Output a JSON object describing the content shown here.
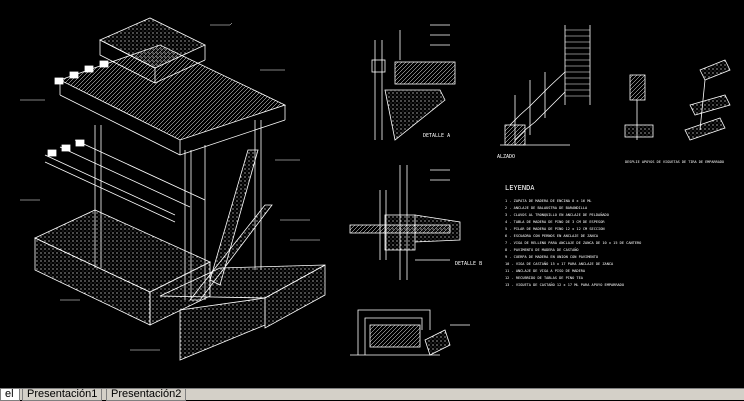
{
  "drawing": {
    "labels": {
      "detalle_a": "DETALLE A",
      "detalle_b": "DETALLE B",
      "alzado": "ALZADO",
      "apoyo_note": "DESPLIE APOYOS DE VIGUETAS DE TIRA DE EMPARRADO"
    },
    "legend": {
      "title": "LEYENDA",
      "items": [
        "1 - ZAPATA DE MADERA DE ENCINA 8 x 16 ML",
        "2 - ANCLAJE DE BALAUSTRA DE BARANDILLA",
        "3 - CLAVOS AL TRONQUILLO EN ANCLAJE DE PELDAÑADO",
        "4 - TABLA DE MADERA DE PINO DE 3 CM DE ESPESOR",
        "5 - PILAR DE MADERA DE PINO 12 x 12 CM SECCION",
        "6 - ESCUADRA CON PERNOS EN ANCLAJE DE ZANCA",
        "7 - VIGA DE RELLENO PARA ANCLAJE DE ZANCA DE 10 x 15 DE CANTERO",
        "8 - PAVIMENTO DE MADERA DE CASTAÑO",
        "9 - CUERPA DE MADERA EN UNION CON PAVIMENTO",
        "10 - VIGA DE CASTAÑO 15 x 17 PARA ANCLAJE DE ZANCA",
        "11 - ANCLAJE DE VIGA A PISO DE MADERA",
        "12 - RECUBRIDO DE TABLAS DE PINO TEA",
        "13 - VIGUETA DE CASTAÑO 12 x 17 ML PARA APOYO EMPARRADO"
      ]
    }
  },
  "tabs": [
    {
      "label": "el",
      "active": true
    },
    {
      "label": "Presentación1",
      "active": false
    },
    {
      "label": "Presentación2",
      "active": false
    }
  ],
  "colors": {
    "background": "#000000",
    "linework": "#ffffff",
    "tabbar": "#d4d0c8"
  }
}
